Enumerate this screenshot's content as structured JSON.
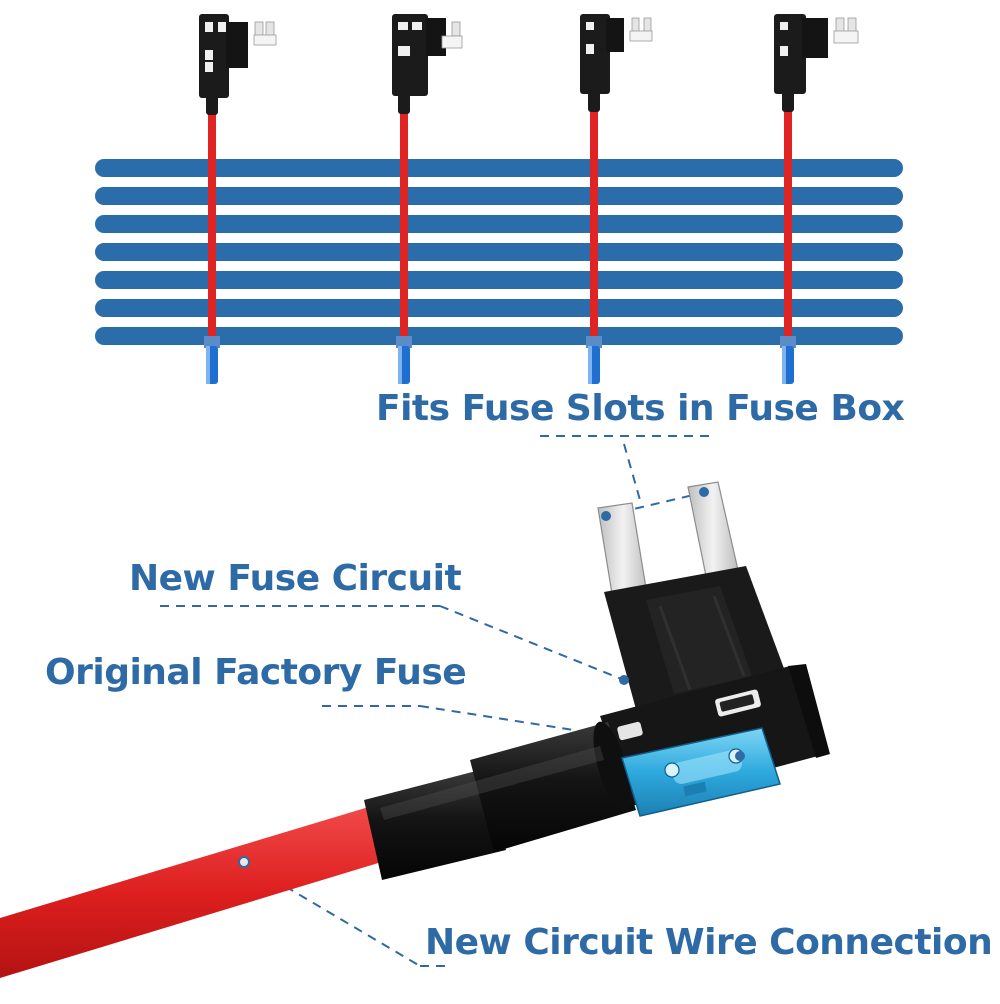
{
  "labels": {
    "fuse_slots": "Fits Fuse Slots in Fuse Box",
    "new_fuse_circuit": "New Fuse Circuit",
    "original_factory_fuse": "Original Factory Fuse",
    "new_circuit_wire": "New Circuit Wire Connection"
  },
  "colors": {
    "label_text": "#2d6aa6",
    "stripe_blue": "#2b6cab",
    "wire_red": "#e02323",
    "housing_black": "#1b1b1b",
    "fuse_blue": "#3fb7e8",
    "terminal_metal": "#d7d7d7"
  },
  "icons": [
    "fuse-tap-icon",
    "fuse-box-stripes",
    "mini-fuse-icon"
  ]
}
